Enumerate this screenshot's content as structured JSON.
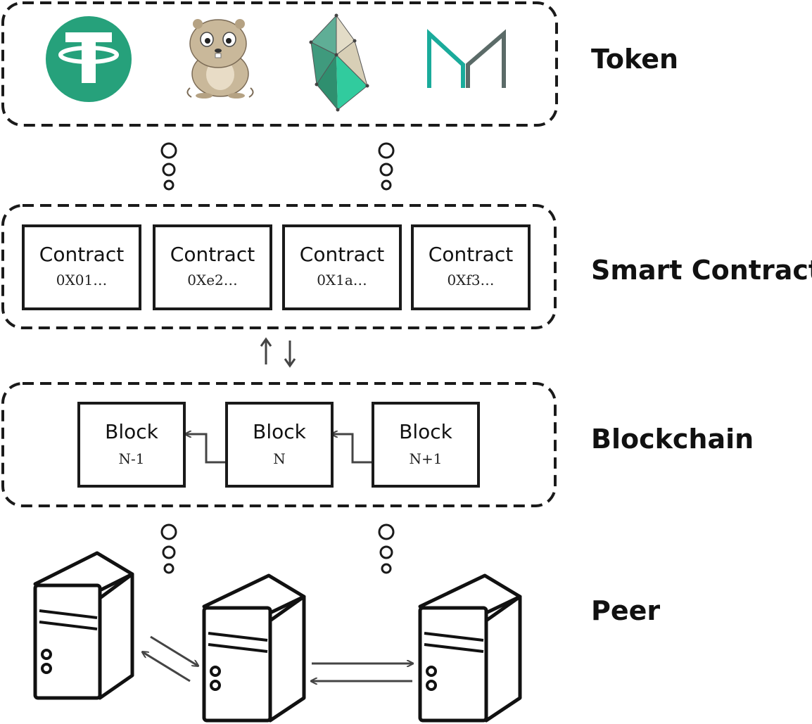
{
  "layers": {
    "token": "Token",
    "smart_contract": "Smart Contract",
    "blockchain": "Blockchain",
    "peer": "Peer"
  },
  "tokens": [
    {
      "name": "tether-logo-icon",
      "color": "#26a17b"
    },
    {
      "name": "cryptokitty-beaver-icon",
      "color": "#c9b89a"
    },
    {
      "name": "kyber-crystal-icon",
      "color": "#31cb9e"
    },
    {
      "name": "maker-m-icon",
      "color": "#1aab9b"
    }
  ],
  "contracts": [
    {
      "title": "Contract",
      "address": "0X01…"
    },
    {
      "title": "Contract",
      "address": "0Xe2…"
    },
    {
      "title": "Contract",
      "address": "0X1a…"
    },
    {
      "title": "Contract",
      "address": "0Xf3…"
    }
  ],
  "blocks": [
    {
      "title": "Block",
      "index": "N-1"
    },
    {
      "title": "Block",
      "index": "N"
    },
    {
      "title": "Block",
      "index": "N+1"
    }
  ],
  "colors": {
    "stroke": "#1a1a1a",
    "connector": "#444444"
  }
}
